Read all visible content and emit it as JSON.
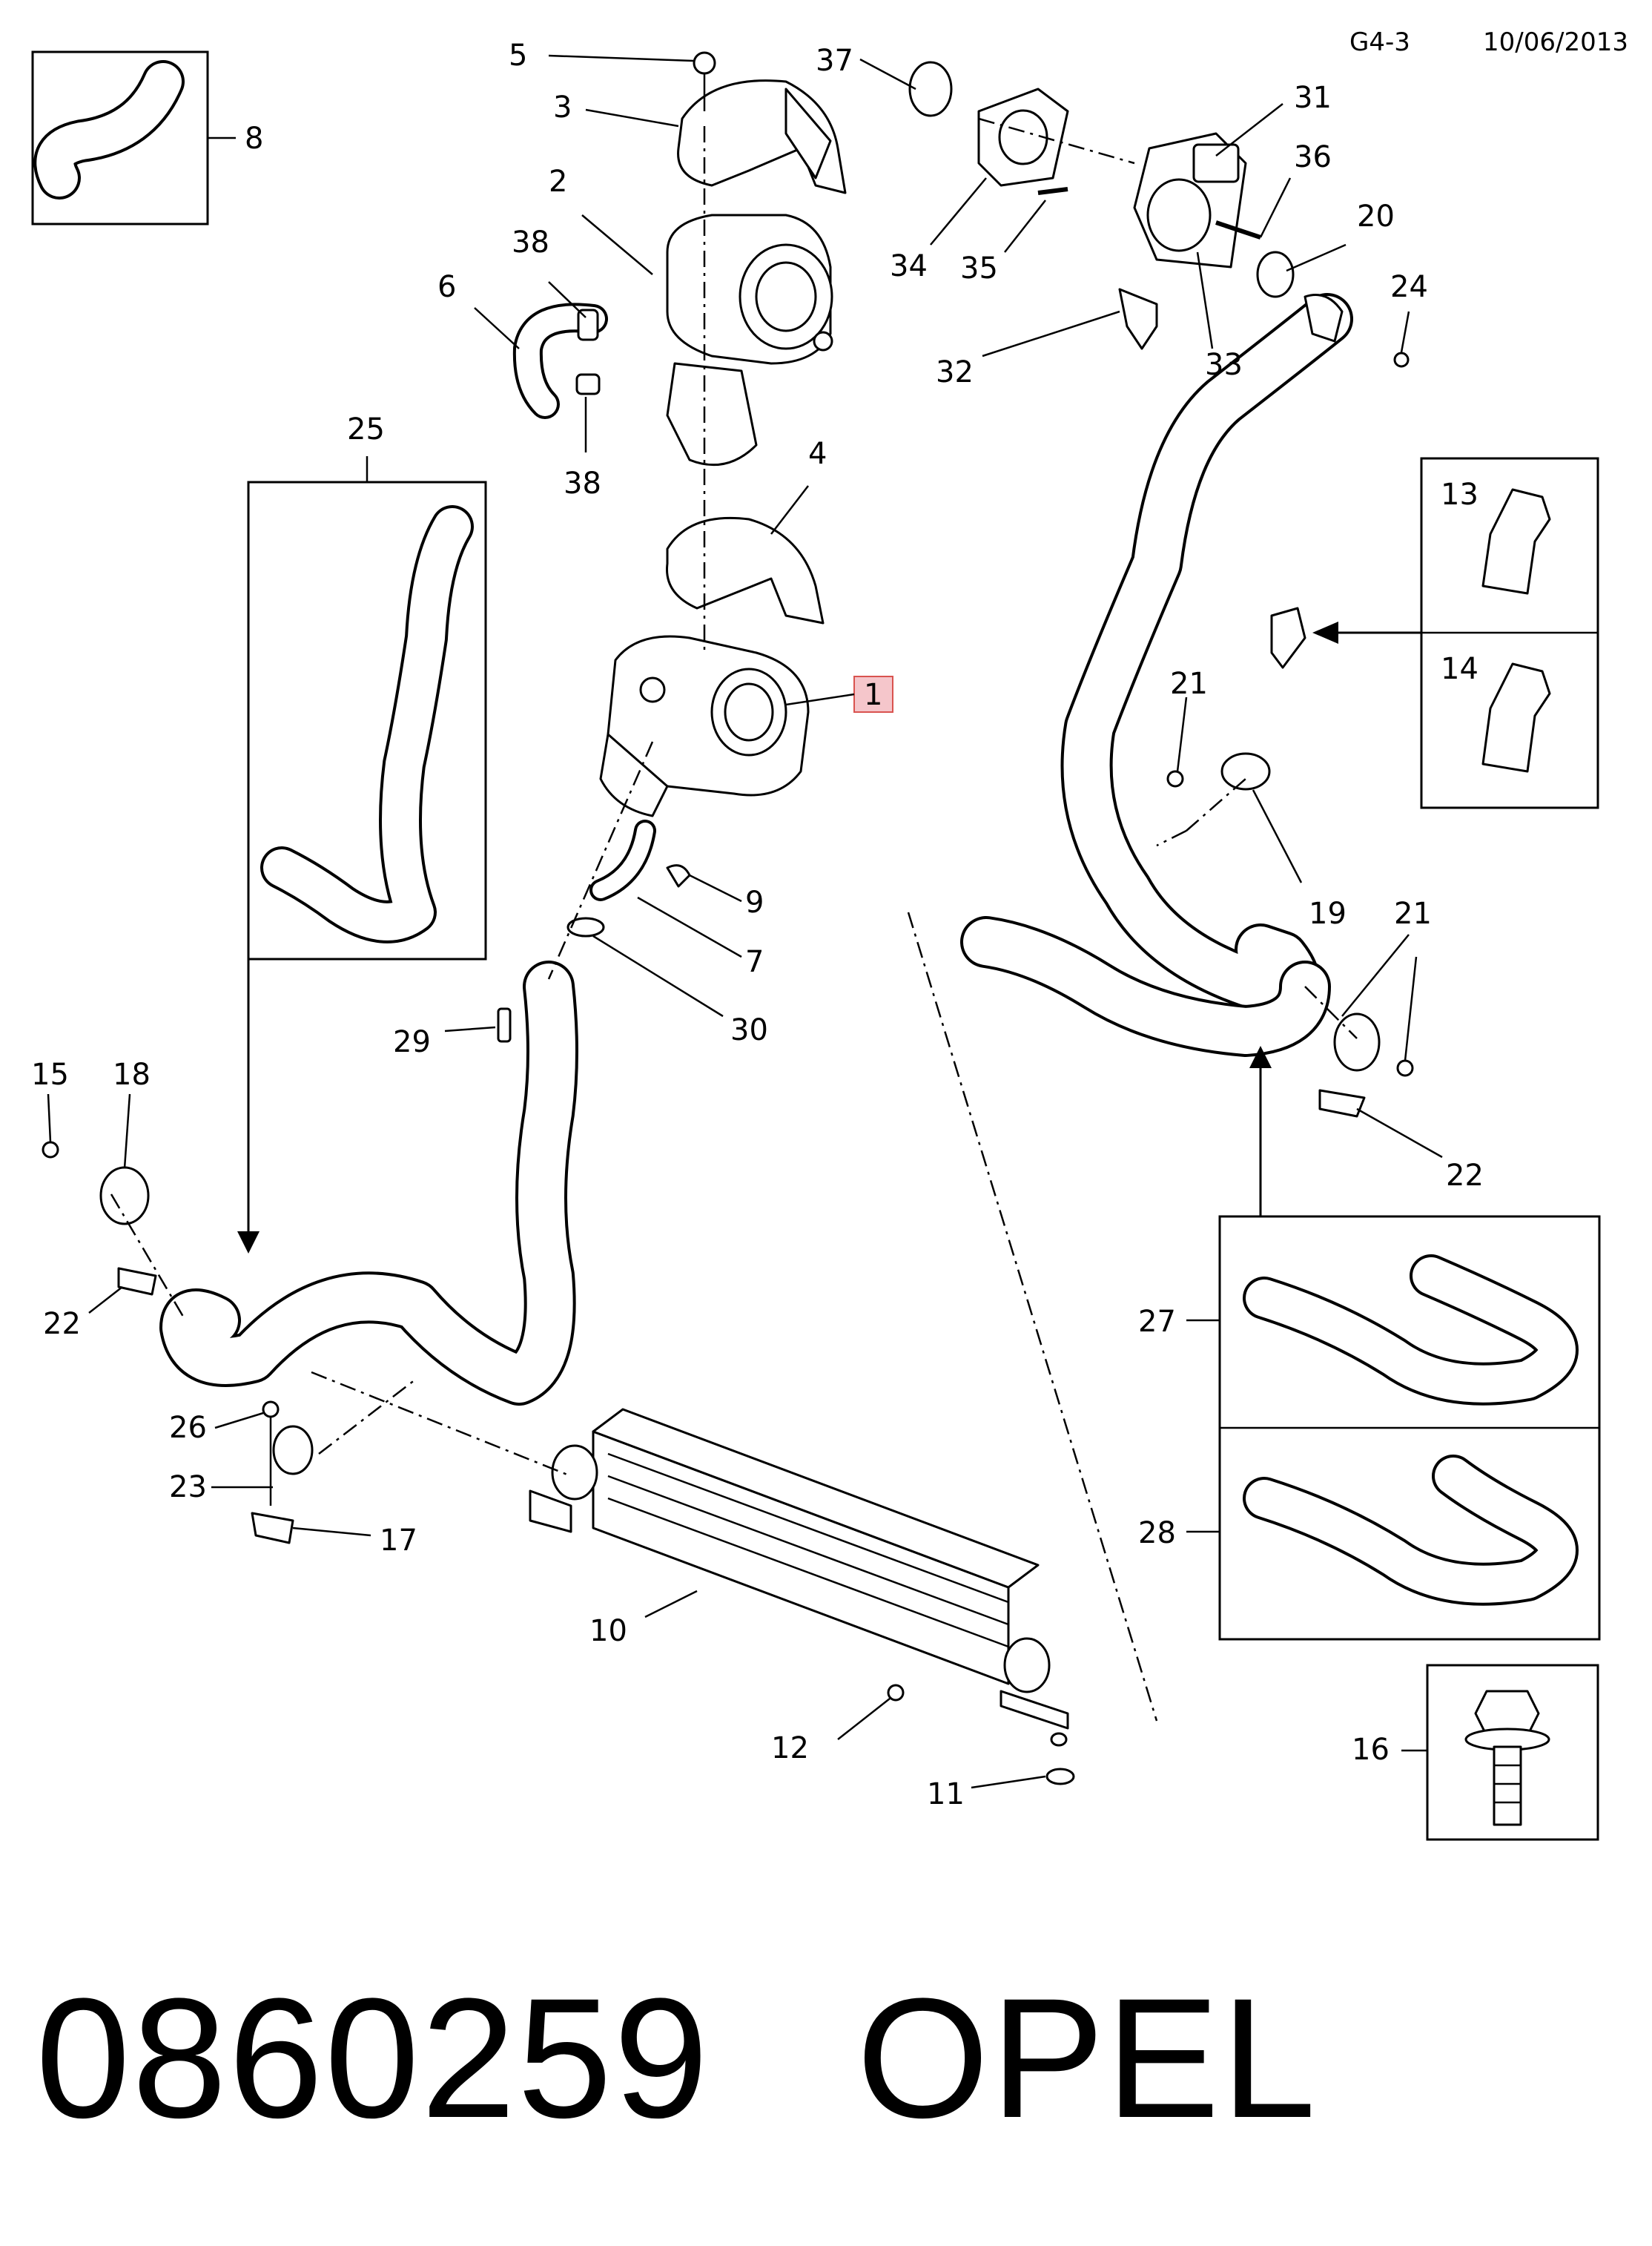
{
  "header": {
    "page_code": "G4-3",
    "date": "10/06/2013"
  },
  "footer": {
    "part_number": "0860259",
    "brand": "OPEL"
  },
  "callouts": {
    "c1": "1",
    "c2": "2",
    "c3": "3",
    "c4": "4",
    "c5": "5",
    "c6": "6",
    "c7": "7",
    "c8": "8",
    "c9": "9",
    "c10": "10",
    "c11": "11",
    "c12": "12",
    "c13": "13",
    "c14": "14",
    "c15": "15",
    "c16": "16",
    "c17": "17",
    "c18": "18",
    "c19": "19",
    "c20": "20",
    "c21a": "21",
    "c21b": "21",
    "c22a": "22",
    "c22b": "22",
    "c23": "23",
    "c24": "24",
    "c25": "25",
    "c26": "26",
    "c27": "27",
    "c28": "28",
    "c29": "29",
    "c30": "30",
    "c31": "31",
    "c32": "32",
    "c33": "33",
    "c34": "34",
    "c35": "35",
    "c36": "36",
    "c37": "37",
    "c38a": "38",
    "c38b": "38"
  },
  "highlight": {
    "part": "1",
    "color": "#f5c6cb"
  }
}
